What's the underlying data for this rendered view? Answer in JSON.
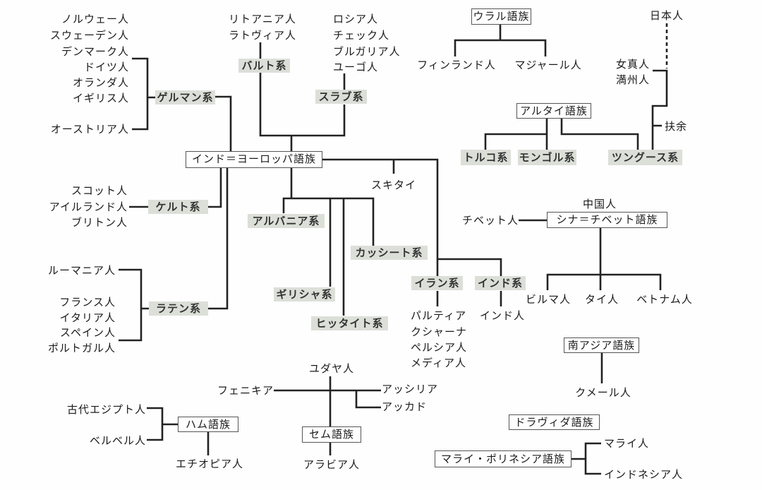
{
  "indo_european": {
    "family": "インド＝ヨーロッパ語族",
    "germanic": {
      "branch": "ゲルマン系",
      "peoples": [
        "ノルウェー人",
        "スウェーデン人",
        "デンマーク人",
        "ドイツ人",
        "オランダ人",
        "イギリス人",
        "オーストリア人"
      ]
    },
    "celtic": {
      "branch": "ケルト系",
      "peoples": [
        "スコット人",
        "アイルランド人",
        "ブリトン人"
      ]
    },
    "latin": {
      "branch": "ラテン系",
      "peoples": [
        "ルーマニア人",
        "フランス人",
        "イタリア人",
        "スペイン人",
        "ポルトガル人"
      ]
    },
    "baltic": {
      "branch": "バルト系",
      "peoples": [
        "リトアニア人",
        "ラトヴィア人"
      ]
    },
    "slavic": {
      "branch": "スラブ系",
      "peoples": [
        "ロシア人",
        "チェック人",
        "ブルガリア人",
        "ユーゴ人"
      ]
    },
    "albanian": "アルバニア系",
    "greek": "ギリシャ系",
    "hittite": "ヒッタイト系",
    "kassite": "カッシート系",
    "scythian": "スキタイ",
    "iranian": {
      "branch": "イラン系",
      "peoples": [
        "パルティア",
        "クシャーナ",
        "ペルシア人",
        "メディア人"
      ]
    },
    "indic": {
      "branch": "インド系",
      "peoples": [
        "インド人"
      ]
    }
  },
  "uralic": {
    "family": "ウラル語族",
    "peoples": [
      "フィンランド人",
      "マジャール人"
    ]
  },
  "altaic": {
    "family": "アルタイ語族",
    "turkic": "トルコ系",
    "mongolic": "モンゴル系",
    "tungusic": "ツングース系",
    "peoples": [
      "扶余",
      "女真人",
      "満州人",
      "日本人"
    ]
  },
  "sino_tibetan": {
    "family": "シナ＝チベット語族",
    "top": "中国人",
    "side": "チベット人",
    "peoples": [
      "ビルマ人",
      "タイ人",
      "ベトナム人"
    ]
  },
  "austroasiatic": {
    "family": "南アジア語族",
    "peoples": [
      "クメール人"
    ]
  },
  "dravidian": {
    "family": "ドラヴィダ語族"
  },
  "austronesian": {
    "family": "マライ・ポリネシア語族",
    "peoples": [
      "マライ人",
      "インドネシア人"
    ]
  },
  "semitic": {
    "family": "セム語族",
    "peoples": [
      "ユダヤ人",
      "フェニキア",
      "アッシリア",
      "アッカド",
      "アラビア人"
    ]
  },
  "hamitic": {
    "family": "ハム語族",
    "peoples": [
      "古代エジプト人",
      "ベルベル人",
      "エチオピア人"
    ]
  }
}
